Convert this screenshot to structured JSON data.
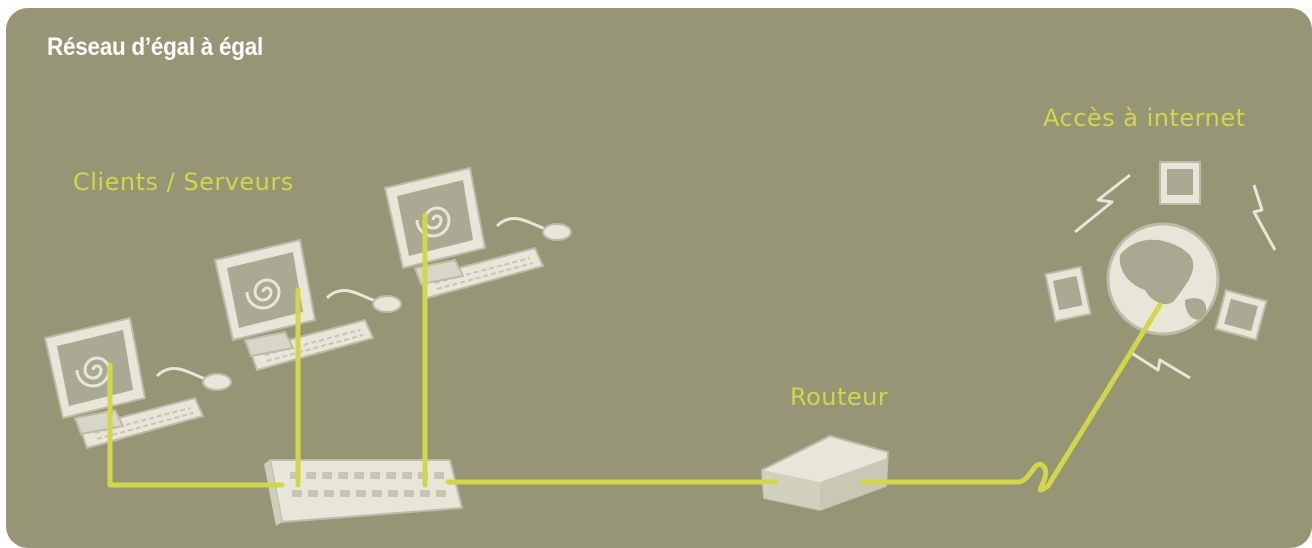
{
  "title": "Réseau d’égal à égal",
  "labels": {
    "clients": "Clients / Serveurs",
    "router": "Routeur",
    "internet": "Accès à internet"
  },
  "colors": {
    "background": "#969676",
    "cable": "#d2d64a",
    "device": "#e8e6d8",
    "device_shadow": "#bdbba8",
    "title": "#ffffff"
  },
  "icons": [
    "computer-icon",
    "hub-icon",
    "router-icon",
    "globe-icon",
    "lightning-icon"
  ]
}
